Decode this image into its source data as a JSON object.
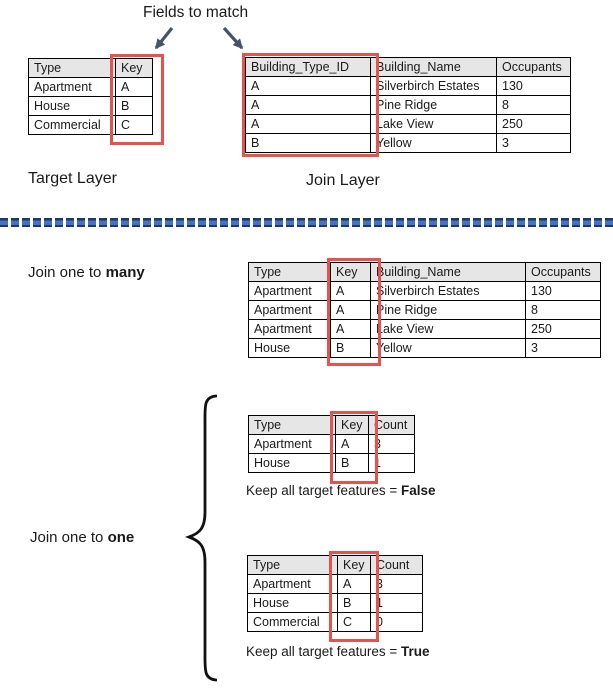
{
  "colors": {
    "highlight_red": "#e4544e",
    "arrow_navy": "#44546a",
    "divider_blue": "#4472c4",
    "divider_edge": "#1f3864",
    "table_header_gray": "#e7e6e6"
  },
  "title": "Fields to match",
  "target": {
    "label": "Target Layer",
    "table": {
      "headers": [
        "Type",
        "Key"
      ],
      "rows": [
        [
          "Apartment",
          "A"
        ],
        [
          "House",
          "B"
        ],
        [
          "Commercial",
          "C"
        ]
      ]
    }
  },
  "join": {
    "label": "Join Layer",
    "table": {
      "headers": [
        "Building_Type_ID",
        "Building_Name",
        "Occupants"
      ],
      "rows": [
        [
          "A",
          "Silverbirch Estates",
          "130"
        ],
        [
          "A",
          "Pine Ridge",
          "8"
        ],
        [
          "A",
          "Lake View",
          "250"
        ],
        [
          "B",
          "Yellow",
          "3"
        ]
      ]
    }
  },
  "one_to_many": {
    "label_prefix": "Join one to ",
    "label_bold": "many",
    "table": {
      "headers": [
        "Type",
        "Key",
        "Building_Name",
        "Occupants"
      ],
      "rows": [
        [
          "Apartment",
          "A",
          "Silverbirch Estates",
          "130"
        ],
        [
          "Apartment",
          "A",
          "Pine Ridge",
          "8"
        ],
        [
          "Apartment",
          "A",
          "Lake View",
          "250"
        ],
        [
          "House",
          "B",
          "Yellow",
          "3"
        ]
      ]
    }
  },
  "one_to_one": {
    "label_prefix": "Join one to ",
    "label_bold": "one",
    "keep_false": {
      "table": {
        "headers": [
          "Type",
          "Key",
          "Count"
        ],
        "rows": [
          [
            "Apartment",
            "A",
            "3"
          ],
          [
            "House",
            "B",
            "1"
          ]
        ]
      },
      "caption_prefix": "Keep all target features = ",
      "caption_bold": "False"
    },
    "keep_true": {
      "table": {
        "headers": [
          "Type",
          "Key",
          "Count"
        ],
        "rows": [
          [
            "Apartment",
            "A",
            "3"
          ],
          [
            "House",
            "B",
            "1"
          ],
          [
            "Commercial",
            "C",
            "0"
          ]
        ]
      },
      "caption_prefix": "Keep all target features = ",
      "caption_bold": "True"
    }
  }
}
